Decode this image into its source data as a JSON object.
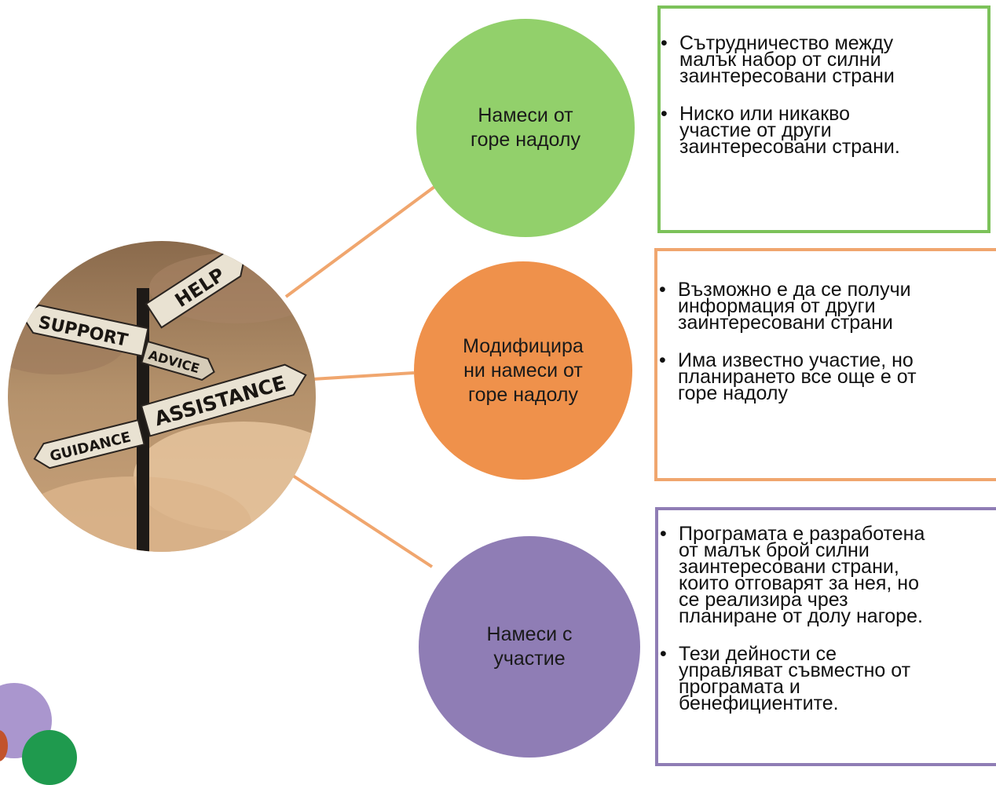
{
  "colors": {
    "top_down": "#92d06b",
    "modified": "#ef914b",
    "participatory": "#8f7db5",
    "connector": "#f0a66e"
  },
  "photo": {
    "signs": [
      "HELP",
      "SUPPORT",
      "ADVICE",
      "ASSISTANCE",
      "GUIDANCE"
    ]
  },
  "nodes": [
    {
      "label": [
        "Намеси от",
        "горе надолу"
      ],
      "bullets": [
        [
          "Сътрудничество между",
          "малък набор от силни",
          "заинтересовани страни"
        ],
        [
          "Ниско или никакво",
          "участие от други",
          "заинтересовани страни."
        ]
      ]
    },
    {
      "label": [
        "Модифицира",
        "ни намеси от",
        "горе надолу"
      ],
      "bullets": [
        [
          "Възможно е да се получи",
          "информация от други",
          "заинтересовани страни"
        ],
        [
          "Има известно участие, но",
          "планирането все още е от",
          "горе надолу"
        ]
      ]
    },
    {
      "label": [
        "Намеси с",
        "участие"
      ],
      "bullets": [
        [
          "Програмата е разработена",
          "от малък брой силни",
          "заинтересовани страни,",
          "които отговарят за нея, но",
          "се реализира чрез",
          "планиране от долу нагоре."
        ],
        [
          "Тези дейности се",
          "управляват съвместно от",
          "програмата и",
          "бенефициентите."
        ]
      ]
    }
  ]
}
